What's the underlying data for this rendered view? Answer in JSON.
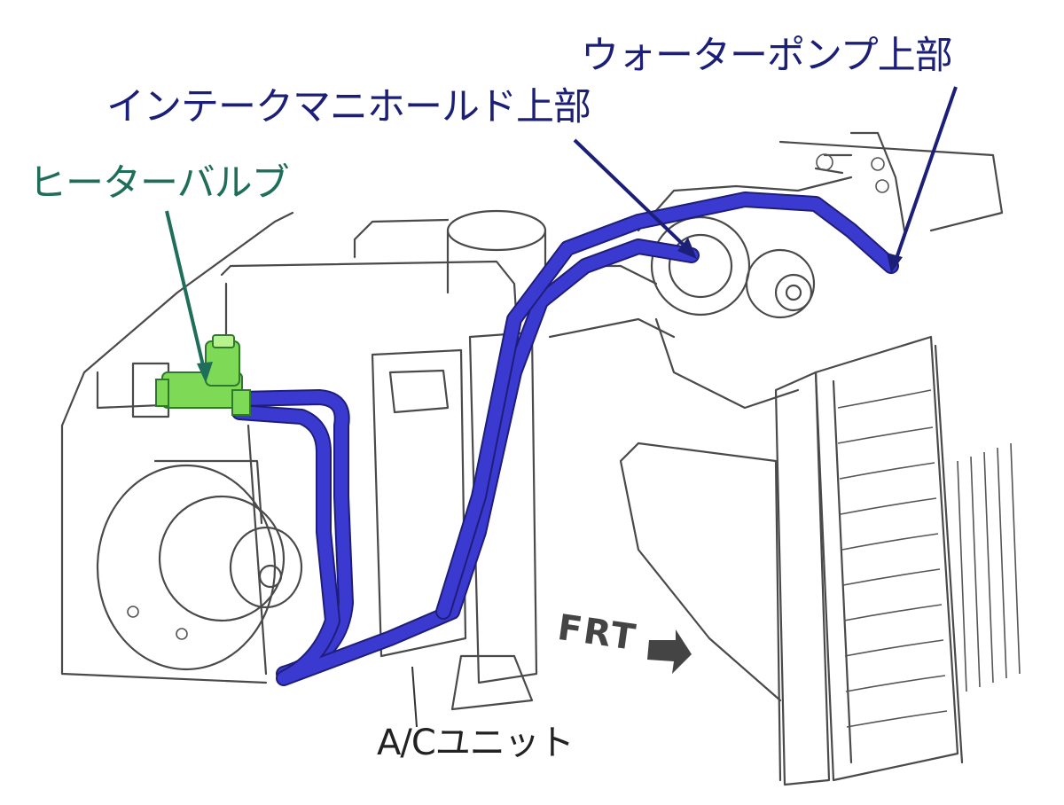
{
  "labels": {
    "water_pump_top": "ウォーターポンプ上部",
    "intake_manifold_top": "インテークマニホールド上部",
    "heater_valve": "ヒーターバルブ",
    "ac_unit": "A/Cユニット",
    "frt": "FRT"
  },
  "colors": {
    "hose": "#3a3ad0",
    "heater_valve": "#7ed957",
    "label_dark_blue": "#1c1f78",
    "label_teal": "#1f6e5a",
    "line_art": "#4a4a4a"
  },
  "icons": {
    "frt_arrow": "front-direction-arrow-icon"
  }
}
